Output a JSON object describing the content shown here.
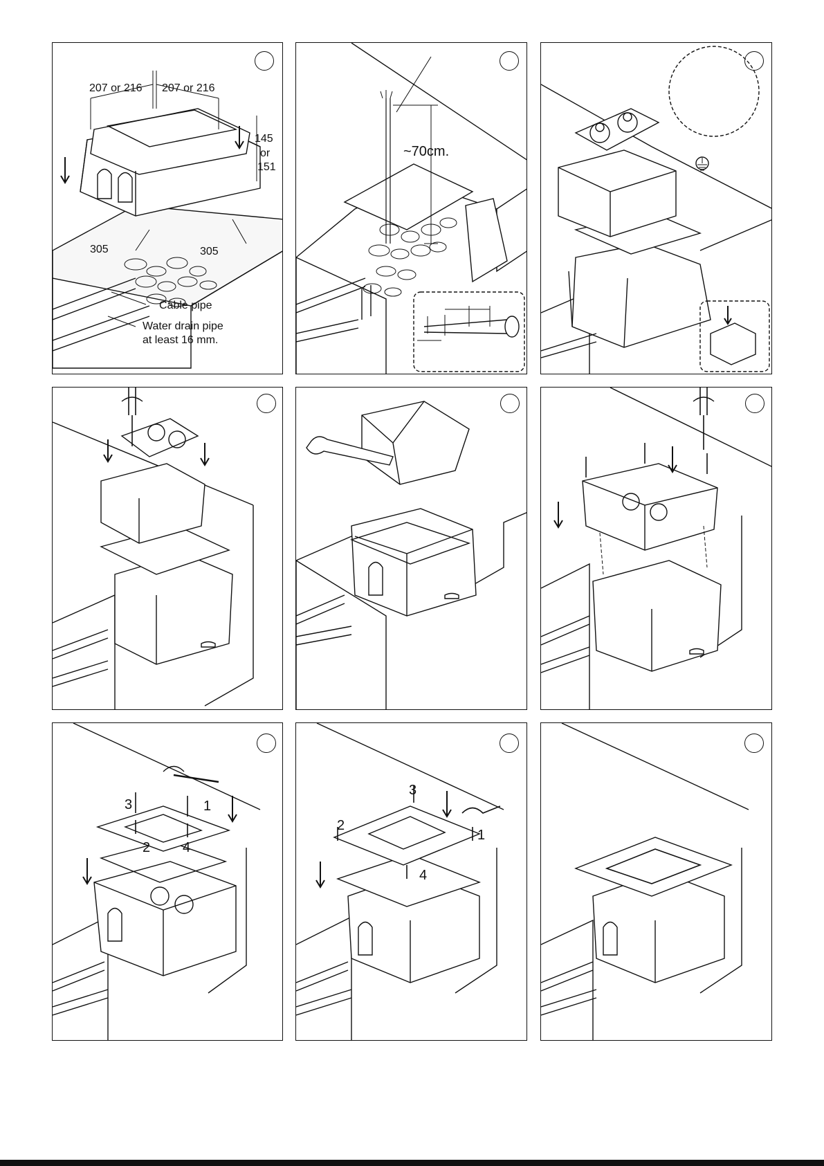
{
  "panels": [
    {
      "labels": {
        "dim_left": "207 or 216",
        "dim_right": "207 or 216",
        "height_1": "145",
        "height_or": "or",
        "height_2": "151",
        "base_left": "305",
        "base_right": "305",
        "cable_pipe": "Cable pipe",
        "drain_pipe_1": "Water drain pipe",
        "drain_pipe_2": "at least 16 mm."
      }
    },
    {
      "labels": {
        "cable_length": "~70cm."
      }
    },
    {
      "labels": {}
    },
    {
      "labels": {}
    },
    {
      "labels": {}
    },
    {
      "labels": {}
    },
    {
      "labels": {
        "n3": "3",
        "n1": "1",
        "n2": "2",
        "n4": "4"
      }
    },
    {
      "labels": {
        "n3": "3",
        "n2": "2",
        "n1": "1",
        "n4": "4"
      }
    },
    {
      "labels": {}
    }
  ]
}
